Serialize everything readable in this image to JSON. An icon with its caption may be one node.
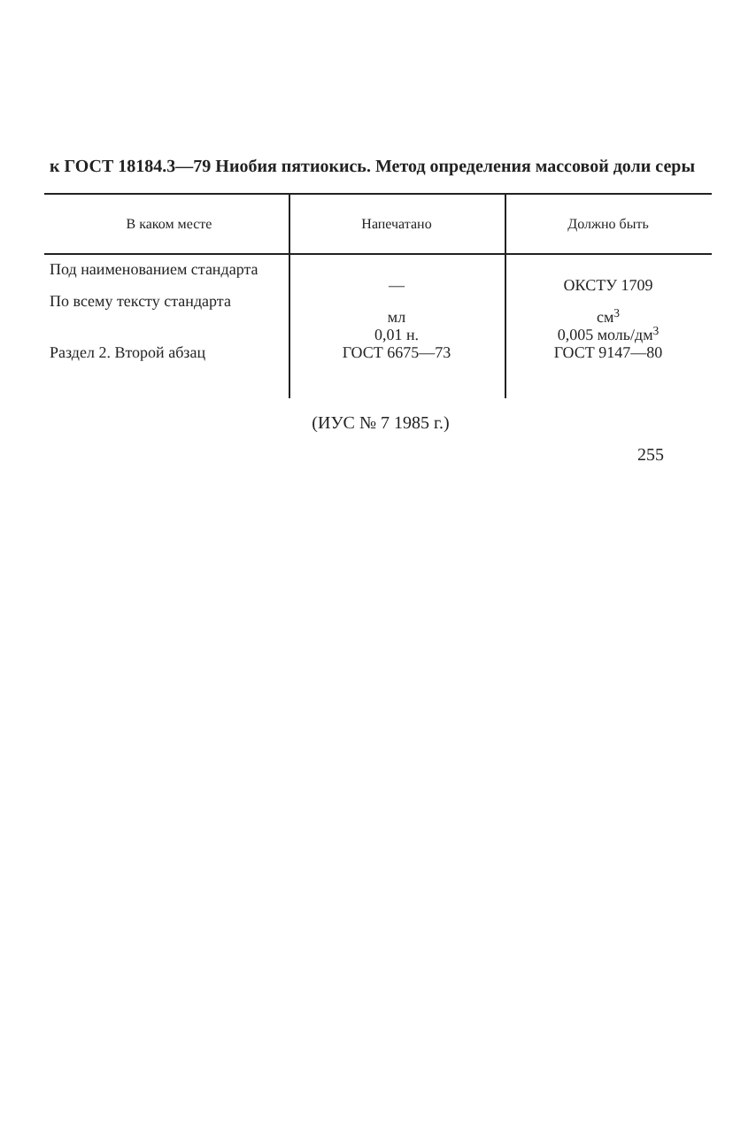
{
  "diagram": {
    "title": "к ГОСТ 18184.3—79 Ниобия пятиокись. Метод определения массовой доли серы",
    "labels": [
      "В каком месте",
      "Напечатано",
      "Должно быть",
      "Под наименованием стандарта",
      "—",
      "ОКСТУ 1709",
      "По всему тексту стандарта",
      "мл",
      "см$^{3}$",
      "0,01 н.",
      "0,005 моль/дм$^{3}$",
      "Раздел 2. Второй абзац",
      "ГОСТ 6675—73",
      "ГОСТ 9147—80",
      "(ИУС № 7 1985 г.)",
      "255"
    ]
  }
}
